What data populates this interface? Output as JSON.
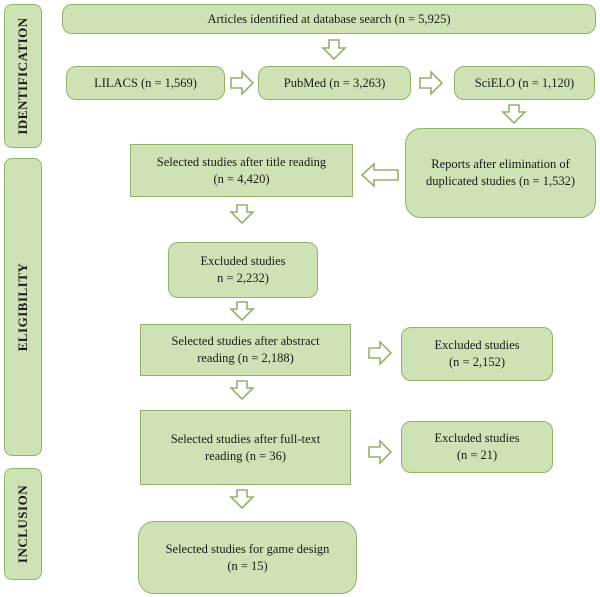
{
  "stages": {
    "identification": "IDENTIFICATION",
    "eligibility": "ELIGIBILITY",
    "inclusion": "INCLUSION"
  },
  "boxes": {
    "database_search": {
      "line1": "Articles identified at database search (n = 5,925)"
    },
    "lilacs": {
      "line1": "LILACS (n = 1,569)"
    },
    "pubmed": {
      "line1": "PubMed (n = 3,263)"
    },
    "scielo": {
      "line1": "SciELO (n = 1,120)"
    },
    "after_duplicates": {
      "line1": "Reports after elimination of",
      "line2": "duplicated studies (n = 1,532)"
    },
    "title_reading": {
      "line1": "Selected studies after title reading",
      "line2": "(n = 4,420)"
    },
    "excluded_1": {
      "line1": "Excluded studies",
      "line2": "n = 2,232)"
    },
    "abstract_reading": {
      "line1": "Selected studies after abstract",
      "line2": "reading (n = 2,188)"
    },
    "excluded_2": {
      "line1": "Excluded studies",
      "line2": "(n = 2,152)"
    },
    "fulltext_reading": {
      "line1": "Selected studies after full-text",
      "line2": "reading (n = 36)"
    },
    "excluded_3": {
      "line1": "Excluded studies",
      "line2": "(n = 21)"
    },
    "game_design": {
      "line1": "Selected studies for game design",
      "line2": "(n = 15)"
    }
  },
  "colors": {
    "box_fill": "#cfe2b6",
    "box_border": "#8fb46a",
    "arrow_fill": "#ffffff"
  }
}
